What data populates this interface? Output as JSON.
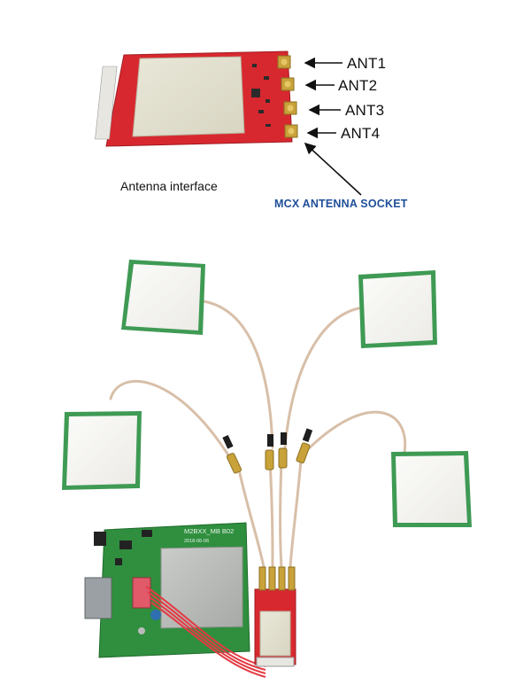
{
  "labels": {
    "ant1": "ANT1",
    "ant2": "ANT2",
    "ant3": "ANT3",
    "ant4": "ANT4",
    "antenna_interface": "Antenna interface",
    "mcx_socket": "MCX ANTENNA SOCKET",
    "board_silk": "M2BXX_MB B02",
    "board_date": "2018-06-06"
  },
  "colors": {
    "pcb_red": "#d8282f",
    "pcb_green": "#2f8f3e",
    "antenna_face": "#f4f4f1",
    "antenna_border": "#3f9a54",
    "cable": "#d8bfa8",
    "connector_gold": "#c9a23a",
    "socket_label": "#1f4f99"
  }
}
